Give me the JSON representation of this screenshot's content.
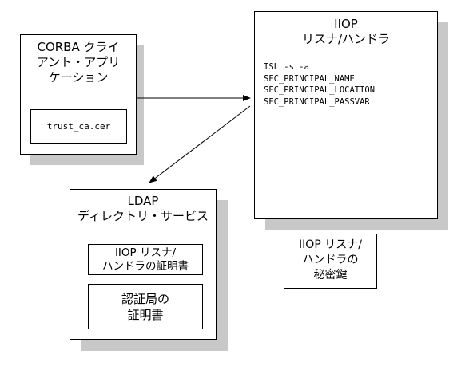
{
  "corba_client": {
    "title": "CORBA クライ\nアント・アプリ\nケーション",
    "file": "trust_ca.cer"
  },
  "iiop_listener": {
    "title": "IIOP\nリスナ/ハンドラ",
    "params": [
      "ISL -s -a",
      "SEC_PRINCIPAL_NAME",
      "SEC_PRINCIPAL_LOCATION",
      "SEC_PRINCIPAL_PASSVAR"
    ]
  },
  "ldap": {
    "title": "LDAP\nディレクトリ・サービス",
    "listener_cert": "IIOP リスナ/\nハンドラの証明書",
    "ca_cert": "認証局の\n証明書"
  },
  "private_key": {
    "label": "IIOP リスナ/\nハンドラの\n秘密鍵"
  }
}
